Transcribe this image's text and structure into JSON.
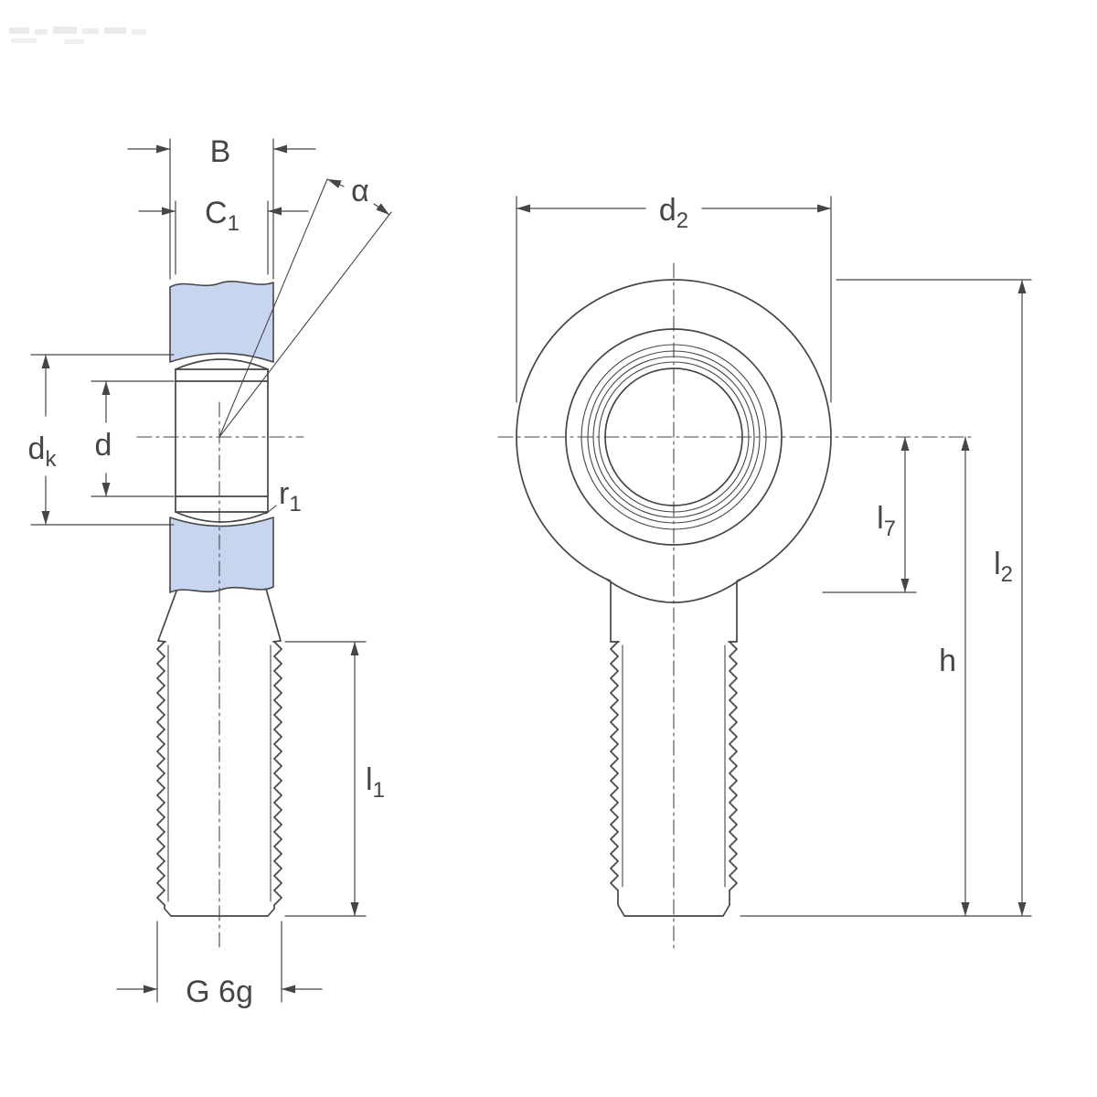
{
  "diagram": {
    "colors": {
      "line": "#464648",
      "housing_fill": "#c7d6ee",
      "background": "#ffffff"
    },
    "labels": {
      "B": {
        "main": "B"
      },
      "C1": {
        "main": "C",
        "sub": "1"
      },
      "alpha": {
        "main": "α"
      },
      "dk": {
        "main": "d",
        "sub": "k"
      },
      "d": {
        "main": "d"
      },
      "r1": {
        "main": "r",
        "sub": "1"
      },
      "l1": {
        "main": "l",
        "sub": "1"
      },
      "G6g": {
        "main": "G 6g"
      },
      "d2": {
        "main": "d",
        "sub": "2"
      },
      "l7": {
        "main": "l",
        "sub": "7"
      },
      "h": {
        "main": "h"
      },
      "l2": {
        "main": "l",
        "sub": "2"
      }
    }
  }
}
